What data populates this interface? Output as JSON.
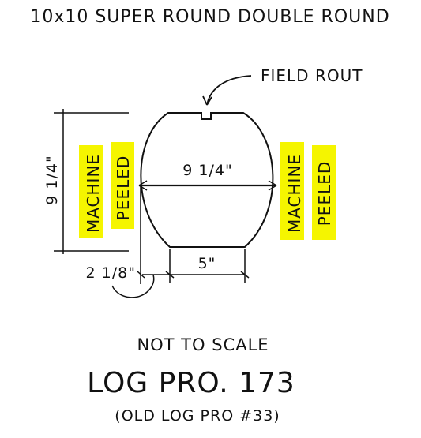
{
  "title": "10x10 SUPER ROUND DOUBLE ROUND",
  "annotations": {
    "field_rout": "FIELD ROUT",
    "width_dim": "9 1/4\"",
    "height_dim": "9 1/4\"",
    "flat_dim": "5\"",
    "offset_dim": "2 1/8\"",
    "left_label_line1": "MACHINE",
    "left_label_line2": "PEELED",
    "right_label_line1": "MACHINE",
    "right_label_line2": "PEELED"
  },
  "notes": {
    "scale_note": "NOT TO SCALE",
    "profile_name": "LOG PRO. 173",
    "old_name": "(OLD LOG PRO #33)"
  },
  "colors": {
    "highlight": "#f5f500",
    "ink": "#111111"
  }
}
